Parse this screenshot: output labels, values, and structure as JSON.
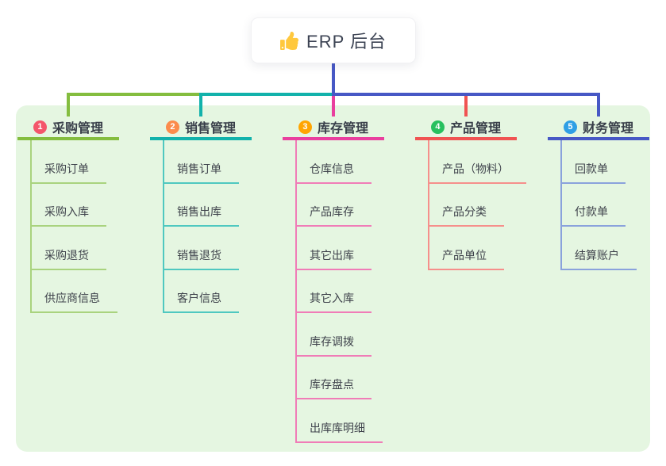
{
  "root": {
    "label": "ERP 后台",
    "icon": "thumbs-up-icon",
    "icon_color": "#ffc83d",
    "line_color": "#4758c5"
  },
  "panel": {
    "background": "#e5f6e1"
  },
  "branches": [
    {
      "number": "1",
      "title": "采购管理",
      "badge_color": "#f4566b",
      "line_color": "#84bd3f",
      "child_line_color": "#a9d37e",
      "children": [
        "采购订单",
        "采购入库",
        "采购退货",
        "供应商信息"
      ]
    },
    {
      "number": "2",
      "title": "销售管理",
      "badge_color": "#fb8c4c",
      "line_color": "#12b2ab",
      "child_line_color": "#4fc8c0",
      "children": [
        "销售订单",
        "销售出库",
        "销售退货",
        "客户信息"
      ]
    },
    {
      "number": "3",
      "title": "库存管理",
      "badge_color": "#ffa502",
      "line_color": "#e93f9e",
      "child_line_color": "#f07cb7",
      "children": [
        "仓库信息",
        "产品库存",
        "其它出库",
        "其它入库",
        "库存调拨",
        "库存盘点",
        "出库库明细"
      ]
    },
    {
      "number": "4",
      "title": "产品管理",
      "badge_color": "#27c05e",
      "line_color": "#f05352",
      "child_line_color": "#f68f8b",
      "children": [
        "产品（物料）",
        "产品分类",
        "产品单位"
      ]
    },
    {
      "number": "5",
      "title": "财务管理",
      "badge_color": "#2f9fe5",
      "line_color": "#4758c5",
      "child_line_color": "#8aa2dc",
      "children": [
        "回款单",
        "付款单",
        "结算账户"
      ]
    }
  ]
}
